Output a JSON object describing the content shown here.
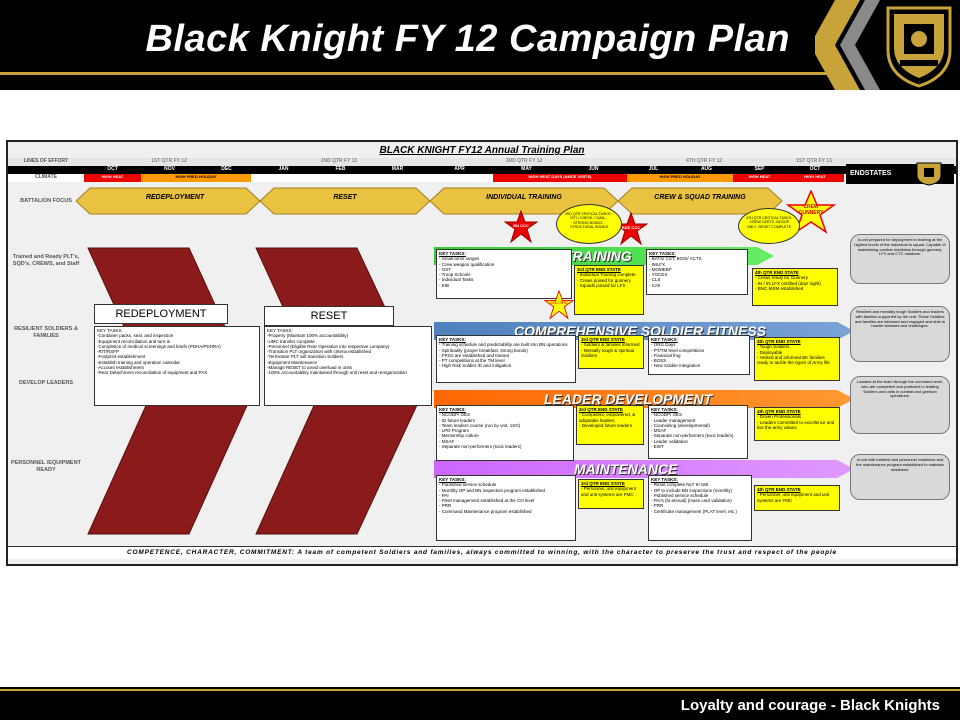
{
  "header": {
    "title": "Black Knight FY 12 Campaign Plan"
  },
  "footer": {
    "motto": "Loyalty and courage - Black Knights"
  },
  "plan": {
    "title": "BLACK KNIGHT FY12 Annual Training Plan",
    "lines_of_effort_label": "LINES OF EFFORT",
    "climate_label": "CLIMATE",
    "battalion_focus_label": "BATTALION FOCUS",
    "endstates_label": "ENDSTATES",
    "quarters": [
      "1ST QTR FY 12",
      "2ND QTR FY 12",
      "3RD QTR FY 12",
      "4TH QTR FY 12",
      "1ST QTR FY 13"
    ],
    "months": [
      "OCT",
      "NOV",
      "DEC",
      "JAN",
      "FEB",
      "MAR",
      "APR",
      "MAY",
      "JUN",
      "JUL",
      "AUG",
      "SEP",
      "OCT"
    ],
    "climate": [
      "HIGH HEAT",
      "HIGH PRED HOLIDAY",
      "HIGH HEAT DAYS (AMCE VISITS)",
      "HIGH PRED HOLIDAY",
      "HIGH HEAT",
      "HIGH HEAT"
    ],
    "focus": [
      "REDEPLOYMENT",
      "RESET",
      "INDIVIDUAL TRAINING",
      "CREW & SQUAD TRAINING"
    ],
    "crew_gunnery": "CREW GUNNERY",
    "side_labels": [
      "Trained and Ready PLT's, SQD's, CREWS, and Staff",
      "RESILIENT SOLDIERS & FAMILIES",
      "DEVELOP LEADERS",
      "PERSONNEL /EQUIPMENT READY"
    ],
    "big_arrows": [
      "REDEPLOYMENT",
      "RESET"
    ],
    "redeploy_tasks": {
      "title": "KEY TASKS:",
      "items": [
        "-Container packs, seal, and inspection",
        "-Equipment reconciliation and turn-in",
        "-Completion of medical screenings and briefs (PDHA/PDHRA)",
        "-RIT/RSFP",
        "-Footprint establishment",
        "-Establish training and operation calendar",
        "-Account establishment",
        "-Rear Detachment reconciliation of equipment and PAX"
      ]
    },
    "reset_tasks": {
      "title": "KEY TASKS:",
      "items": [
        "-Property (Maintain 100% accountability)",
        "   -UMC transfer complete",
        "-Personnel (Eligible Rear Operation into respective company)",
        "   -Transition PLT organization with criteria established",
        "   -Terminator PLT will transition Soldiers",
        "-Equipment Maintenance",
        "   -Manage RESET to avoid overload in units",
        "   -100% Accountability maintained through unit reset and reorganization"
      ]
    },
    "bands": [
      "TRAINING",
      "COMPREHENSIVE SOLDIER FITNESS",
      "LEADER DEVELOPMENT",
      "MAINTENANCE"
    ],
    "training_tasks": {
      "title": "KEY TASKS:",
      "items": [
        "- Small arms ranges",
        "- Crew weapon qualification",
        "- GST",
        "- Troop Schools",
        "- Individual Tasks",
        "- EIB"
      ]
    },
    "csf_tasks": {
      "title": "KEY TASKS:",
      "items": [
        "- Training schedule and predictability are built into BN operations",
        "- Spirituality (prayer breakfast, strong bonds)",
        "- FRGs are established and trained",
        "- PT competitions at the TM level",
        "- High Risk Soldier ID and mitigation"
      ]
    },
    "ld_tasks": {
      "title": "KEY TASKS:",
      "items": [
        "- NCODP/ OES",
        "- ID future leaders",
        "- Team leaders course (run by unit, 1SG)",
        "- LPD Program",
        "- Mentorship culture",
        "- MSAF",
        "- Separate non-performers (toxic leaders)"
      ]
    },
    "maint_tasks": {
      "title": "KEY TASKS:",
      "items": [
        "- Published service schedule",
        "- Monthly OP and BN inspection program established",
        "- PAI",
        "- Fleet management established at the CO level",
        "- PRR",
        "- Command Maintenance program established"
      ]
    },
    "third_qtr_title": "3rd QTR END STATE",
    "third_qtr": [
      [
        "- Individual Training complete",
        "- Crews poised for gunnery",
        "- Squads poised for LFX"
      ],
      [
        "- Soldiers & families informed",
        "- Mentally tough & spiritual Soldiers"
      ],
      [
        "- Competent, empowered, & adaptable leaders",
        "- Developed future leaders"
      ],
      [
        "- Personnel, unit equipment and unit systems are FMC"
      ]
    ],
    "q4_tasks": [
      {
        "title": "KEY TASKS:",
        "items": [
          "- BATS/ CST, BOSI/ ACTS",
          "- IMLFX",
          "- MOMEBI*",
          "- YOCEX",
          "- CLS",
          "- CAII"
        ]
      },
      {
        "title": "KEY TASKS:",
        "items": [
          "- ORG Days",
          "- PT/TM level competitions",
          "- Financial fmg",
          "- BOSS",
          "- New Soldier integration"
        ]
      },
      {
        "title": "KEY TASKS:",
        "items": [
          "- NCODP/ OES",
          "- Leader management",
          "- Counseling (developmental)",
          "- MSAF",
          "- Separate non-performers (toxic leaders)",
          "- Leader validation",
          "- EWT"
        ]
      },
      {
        "title": "KEY TASKS:",
        "items": [
          "- Reset complete NLT 9+180",
          "- OP to include BN inspections (monthly)",
          "- Published service schedule",
          "- PAI's (bi-annual) (mass card validation)",
          "- PRR",
          "- Certificate management (PLAT level, etc.)"
        ]
      }
    ],
    "fourth_qtr_title": "4th QTR END STATE",
    "fourth_qtr": [
      [
        "- Crews ready for Gunnery",
        "- IN / IN LFX certified (day/ night)",
        "- BNC-MSM established"
      ],
      [
        "- Tough Soldiers",
        "- Deployable",
        "- Vested and informed BK families ready to tackle the rigors of Army life"
      ],
      [
        "- Driven Professionals",
        "- Leaders committed to excellence and live the army values"
      ],
      [
        "- Personnel, unit equipment and unit systems are FMC"
      ]
    ],
    "endstates": [
      "A unit prepared for deployment in training at the highest levels of the individual to squad. Capable of maintaining combat readiness through gunnery, LFX and CTC rotations.",
      "Resilient and mentally tough Soldiers and leaders with families supported by the unit. These Soldiers and families are informed and engaged and able to handle stresses and challenges.",
      "Leaders at the team through the command level, who are competent and proficient in leading Soldiers and units in combat and garrison operations.",
      "A unit with materiel and personnel readiness and the maintenance program established to maintain readiness."
    ],
    "stars": [
      "BN CCC",
      "BDE CCC",
      "CTC / RTC"
    ],
    "star_callouts": [
      "3RD QTR CRITICAL TASKS: -ISTI / CHECK / CMAL -STRONG BONDS -STRUCTURAL BONDS",
      "4TH QTR CRITICAL TASKS: -CREW CERTS -NCODP ONLY -RESET COMPLETE"
    ],
    "competence_line": "COMPETENCE, CHARACTER, COMMITMENT: A team of competent Soldiers and families, always committed to winning, with the character to preserve the trust and respect of the people"
  },
  "colors": {
    "banner": "#000000",
    "gold": "#c8a33a",
    "maroon": "#8b1a1a",
    "yellow": "#ffff00",
    "training_green": "#33cc33",
    "csf_blue": "#4f81bd",
    "ld_orange": "#ff6600",
    "maint_purple": "#cc66ff",
    "focus_gold": "#e8c240"
  }
}
